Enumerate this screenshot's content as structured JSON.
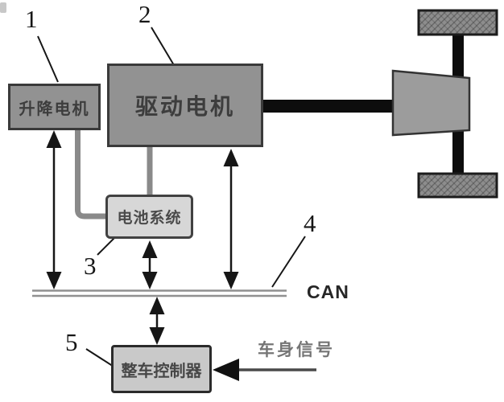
{
  "figure": {
    "title_domain": "vehicle-drive-control-system-diagram",
    "ref_labels": {
      "one": "1",
      "two": "2",
      "three": "3",
      "four": "4",
      "five": "5"
    },
    "boxes": {
      "lift_motor": "升降电机",
      "drive_motor": "驱动电机",
      "battery_system": "电池系统",
      "vehicle_controller": "整车控制器"
    },
    "bus_label": "CAN",
    "body_signal_label": "车身信号",
    "colors": {
      "background": "#ffffff",
      "box_dark_fill": "#929292",
      "box_light_fill": "#d7d7d7",
      "vcu_fill": "#c9c9c9",
      "box_border": "#3a3a3a",
      "power_line_gray": "#8a8a8a",
      "can_line_gray": "#909090",
      "arrow_black": "#161616",
      "wheel_fill": "#8d8d8d",
      "gearbox_fill": "#9c9c9c",
      "shaft_black": "#0d0d0d",
      "signal_text_gray": "#757575"
    }
  }
}
